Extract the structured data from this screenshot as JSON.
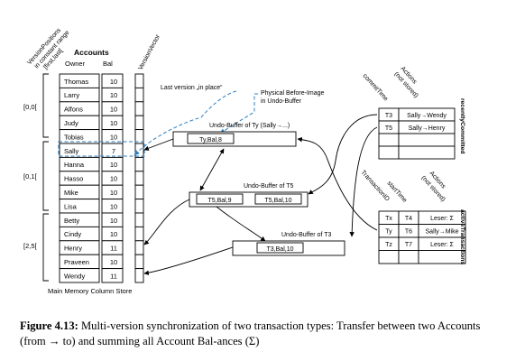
{
  "diagram": {
    "title_accounts": "Accounts",
    "col_owner": "Owner",
    "col_bal": "Bal",
    "vertical_version_positions": [
      "VersionPositions",
      "in constant range",
      "[first,last["
    ],
    "vertical_version_vector": "VersionVector",
    "ranges": [
      "[0,0[",
      "[0,1[",
      "[2,5["
    ],
    "accounts": [
      {
        "owner": "Thomas",
        "bal": "10"
      },
      {
        "owner": "Larry",
        "bal": "10"
      },
      {
        "owner": "Alfons",
        "bal": "10"
      },
      {
        "owner": "Judy",
        "bal": "10"
      },
      {
        "owner": "Tobias",
        "bal": "10"
      },
      {
        "owner": "Sally",
        "bal": "7"
      },
      {
        "owner": "Hanna",
        "bal": "10"
      },
      {
        "owner": "Hasso",
        "bal": "10"
      },
      {
        "owner": "Mike",
        "bal": "10"
      },
      {
        "owner": "Lisa",
        "bal": "10"
      },
      {
        "owner": "Betty",
        "bal": "10"
      },
      {
        "owner": "Cindy",
        "bal": "10"
      },
      {
        "owner": "Henry",
        "bal": "11"
      },
      {
        "owner": "Praveen",
        "bal": "10"
      },
      {
        "owner": "Wendy",
        "bal": "11"
      }
    ],
    "store_label": "Main Memory Column Store",
    "note_last_version": "Last version „in place“",
    "note_physical_1": "Physical Before-Image",
    "note_physical_2": "in Undo-Buffer",
    "undo_ty_label": "Undo-Buffer of Ty (Sally→...)",
    "undo_ty_entry": "Ty,Bal,8",
    "undo_t5_label": "Undo-Buffer of T5",
    "undo_t5_entry1": "T5,Bal,9",
    "undo_t5_entry2": "T5,Bal,10",
    "undo_t3_label": "Undo-Buffer of T3",
    "undo_t3_entry": "T3,Bal,10",
    "recent_headers": [
      "commitTime",
      "Actions",
      "(not stored)"
    ],
    "recent_title": "recentlyCommitted",
    "recent_rows": [
      {
        "time": "T3",
        "action": "Sally→Wendy"
      },
      {
        "time": "T5",
        "action": "Sally→Henry"
      }
    ],
    "active_headers": [
      "TransactionID",
      "startTime",
      "Actions",
      "(not stored)"
    ],
    "active_title": "activeTransactions",
    "active_rows": [
      {
        "id": "Tx",
        "start": "T4",
        "action": "Leser: Σ"
      },
      {
        "id": "Ty",
        "start": "T6",
        "action": "Sally→Mike"
      },
      {
        "id": "Tz",
        "start": "T7",
        "action": "Leser: Σ"
      }
    ]
  },
  "caption": {
    "label": "Figure 4.13:",
    "text": "Multi-version synchronization of two transaction types: Transfer between two Accounts (from → to) and summing all Account Bal-ances (Σ)"
  },
  "colors": {
    "dashed_blue": "#2f7fbf",
    "ink": "#000000"
  }
}
